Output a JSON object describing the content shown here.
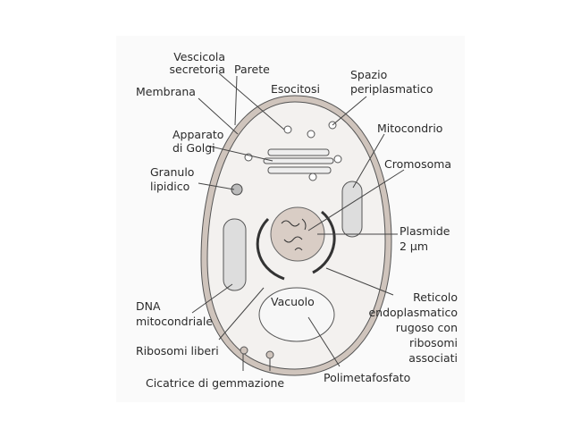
{
  "labels": {
    "vescicola_1": "Vescicola",
    "vescicola_2": "secretoria",
    "parete": "Parete",
    "membrana": "Membrana",
    "esocitosi": "Esocitosi",
    "spazio_1": "Spazio",
    "spazio_2": "periplasmatico",
    "golgi_1": "Apparato",
    "golgi_2": "di Golgi",
    "mitocondrio": "Mitocondrio",
    "granulo_1": "Granulo",
    "granulo_2": "lipidico",
    "cromosoma": "Cromosoma",
    "plasmide_1": "Plasmide",
    "plasmide_2": "2 µm",
    "dna_1": "DNA",
    "dna_2": "mitocondriale",
    "reticolo_1": "Reticolo",
    "reticolo_2": "endoplasmatico",
    "reticolo_3": "rugoso con",
    "reticolo_4": "ribosomi",
    "reticolo_5": "associati",
    "ribosomi": "Ribosomi liberi",
    "cicatrice": "Cicatrice di gemmazione",
    "polimetafosfato": "Polimetafosfato",
    "vacuolo": "Vacuolo"
  },
  "colors": {
    "wall": "#cfc4bc",
    "nucleus": "#d9cdc5",
    "line": "#444444"
  }
}
